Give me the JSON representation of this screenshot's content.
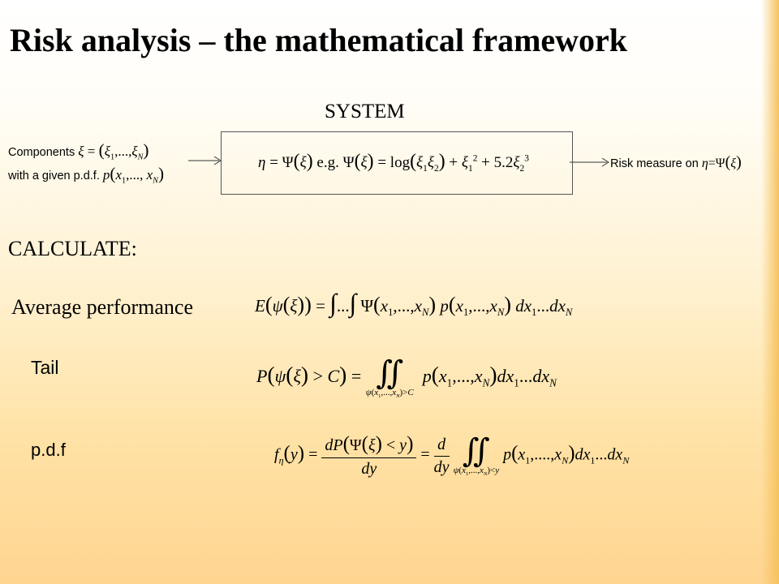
{
  "slide": {
    "title": "Risk analysis – the mathematical framework",
    "system_label": "SYSTEM",
    "components_line1_text": "Components",
    "components_line1_formula": "ξ = (ξ₁,..., ξ_N)",
    "components_line2_text": "with a given p.d.f.",
    "components_line2_formula": "p(x₁,..., x_N)",
    "risk_measure_text": "Risk measure on",
    "risk_measure_formula": "η=Ψ(ξ)",
    "calculate_label": "CALCULATE:",
    "average_label": "Average performance",
    "tail_label": "Tail",
    "pdf_label": "p.d.f"
  },
  "colors": {
    "background_top": "#ffffff",
    "background_bottom": "#ffd590",
    "edge_accent": "#f6c25e",
    "box_border": "#555555"
  }
}
